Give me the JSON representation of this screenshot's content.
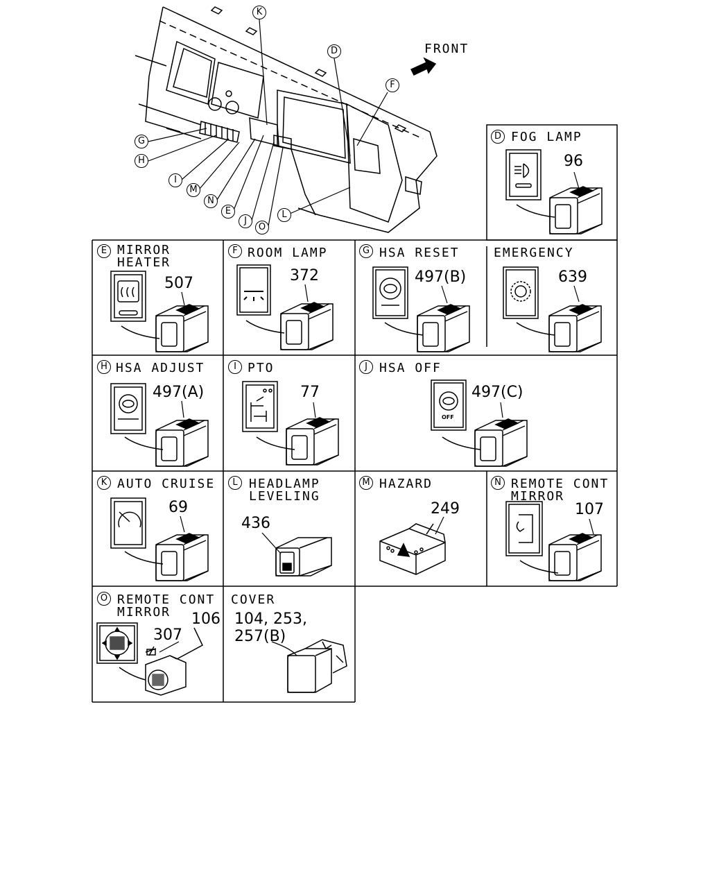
{
  "overview": {
    "front_label": "FRONT",
    "callouts": [
      "K",
      "D",
      "F",
      "G",
      "H",
      "I",
      "M",
      "N",
      "E",
      "J",
      "O",
      "L"
    ]
  },
  "panels": {
    "D": {
      "letter": "D",
      "title": "FOG LAMP",
      "part": "96"
    },
    "E": {
      "letter": "E",
      "title_line1": "MIRROR",
      "title_line2": "HEATER",
      "part": "507"
    },
    "F": {
      "letter": "F",
      "title": "ROOM LAMP",
      "part": "372"
    },
    "G": {
      "letter": "G",
      "title": "HSA RESET",
      "part": "497(B)"
    },
    "EM": {
      "title": "EMERGENCY",
      "part": "639"
    },
    "H": {
      "letter": "H",
      "title": "HSA ADJUST",
      "part": "497(A)"
    },
    "I": {
      "letter": "I",
      "title": "PTO",
      "part": "77"
    },
    "J": {
      "letter": "J",
      "title": "HSA OFF",
      "part": "497(C)",
      "icon_text": "OFF"
    },
    "K": {
      "letter": "K",
      "title": "AUTO CRUISE",
      "part": "69"
    },
    "L": {
      "letter": "L",
      "title_line1": "HEADLAMP",
      "title_line2": "LEVELING",
      "part": "436"
    },
    "M": {
      "letter": "M",
      "title": "HAZARD",
      "part": "249"
    },
    "N": {
      "letter": "N",
      "title_line1": "REMOTE CONT",
      "title_line2": "MIRROR",
      "part": "107"
    },
    "O": {
      "letter": "O",
      "title_line1": "REMOTE CONT",
      "title_line2": "MIRROR",
      "part_a": "307",
      "part_b": "106"
    },
    "COVER": {
      "title": "COVER",
      "part_line1": "104, 253,",
      "part_line2": "257(B)"
    }
  }
}
